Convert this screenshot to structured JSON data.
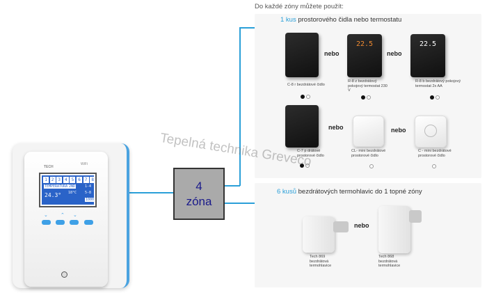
{
  "header": "Do každé zóny můžete použít:",
  "zone": {
    "line1": "4",
    "line2": "zóna"
  },
  "watermark": "Tepelná technika Greveco",
  "sensors_panel": {
    "qty": "1 kus",
    "title_rest": " prostorového čidla nebo termostatu",
    "nebo": "nebo",
    "r8z_display": "22.5",
    "r8b_display": "22.5",
    "captions": {
      "c8r": "C-8 r bezdrátové čidlo",
      "r8z": "R-8 z bezdrátový pokojový termostat 230 V",
      "r8b": "R-8 b bezdrátový pokojový termostat 2x AA",
      "c7p": "C-7 p drátové prostorové čidlo",
      "cl": "CL- mini bezdrátové prostorové čidlo",
      "cmini": "C - mini bezdrátové prostorové čidlo"
    }
  },
  "valves_panel": {
    "qty": "6 kusů",
    "title_rest": " bezdrátových termohlavic do 1 topné zóny",
    "nebo": "nebo",
    "captions": {
      "tech869": "Tech 869 bezdrátová termohlavice",
      "tech868": "Tech 868 bezdrátová termohlavice"
    }
  },
  "controller": {
    "brand": "TECH",
    "wifi": "WiFi",
    "screen": {
      "numbers": [
        "1",
        "2",
        "3",
        "4",
        "5",
        "6",
        "7",
        "8"
      ],
      "temp_label": "TEMPERATURA",
      "temp_value": "24.3°",
      "cells": [
        "2ND",
        "18°C",
        "1-4",
        "5-8",
        "1000"
      ]
    }
  },
  "colors": {
    "accent": "#2a9fd8",
    "zone_text": "#1a1a8a",
    "zone_bg": "#aaaaaa"
  }
}
